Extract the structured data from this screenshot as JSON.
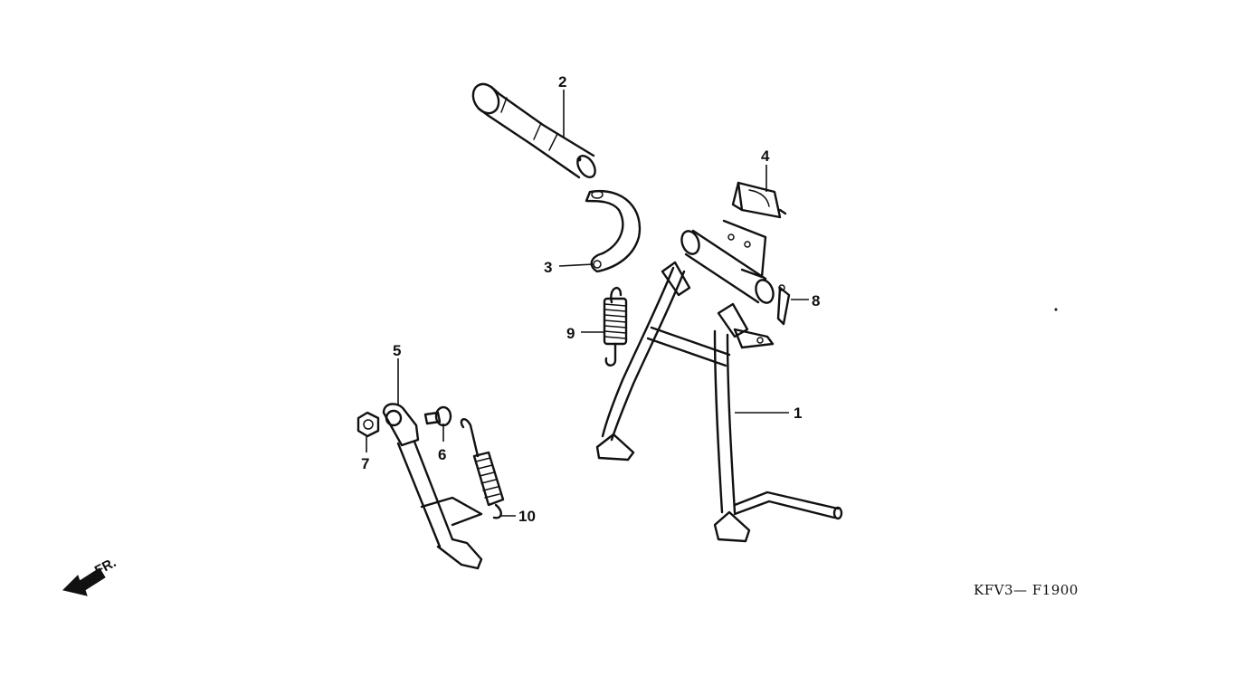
{
  "diagram": {
    "callouts": [
      "1",
      "2",
      "3",
      "4",
      "5",
      "6",
      "7",
      "8",
      "9",
      "10"
    ],
    "direction_label": "FR.",
    "drawing_code": "KFV3— F1900"
  }
}
